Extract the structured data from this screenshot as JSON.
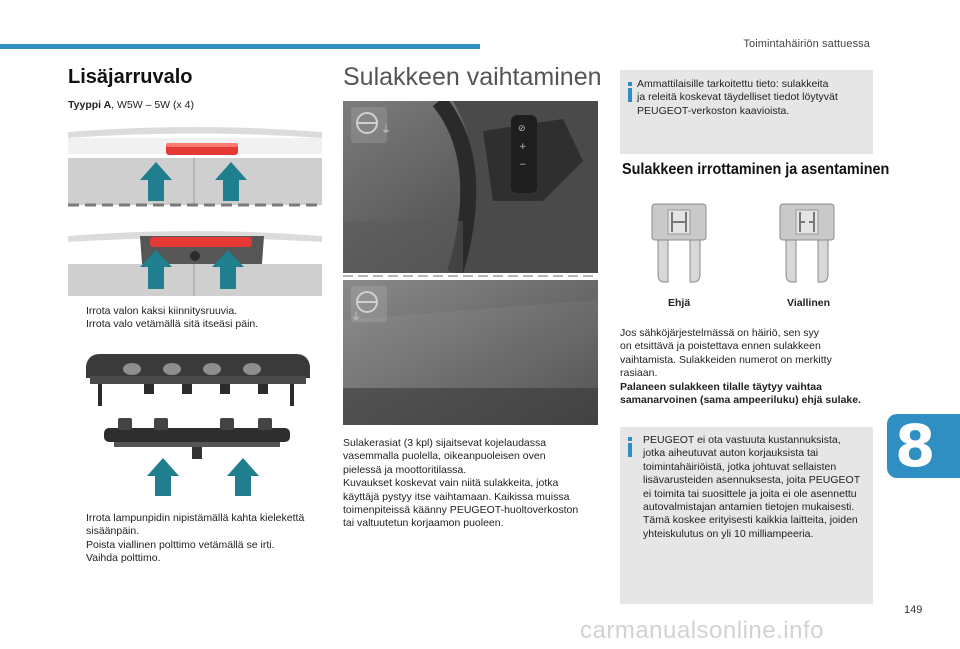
{
  "header": {
    "section_title": "Toimintahäiriön sattuessa"
  },
  "chapter": {
    "number": "8"
  },
  "page": {
    "number": "149"
  },
  "watermark": "carmanualsonline.info",
  "col1": {
    "heading": "Lisäjarruvalo",
    "type_label": "Tyyppi A",
    "type_value": ", W5W – 5W (x 4)",
    "bullets_a": [
      "Irrota valon kaksi kiinnitysruuvia.",
      "Irrota valo vetämällä sitä itseäsi päin."
    ],
    "bullets_b": [
      "Irrota lampunpidin nipistämällä kahta kielekettä sisäänpäin.",
      "Poista viallinen polttimo vetämällä se irti.",
      "Vaihda polttimo."
    ],
    "bullet_marker": ""
  },
  "col2": {
    "heading": "Sulakkeen vaihtaminen",
    "paragraph": [
      "Sulakerasiat (3 kpl) sijaitsevat kojelaudassa",
      "vasemmalla puolella, oikeanpuoleisen oven",
      "pielessä ja moottoritilassa.",
      "Kuvaukset koskevat vain niitä sulakkeita, jotka",
      "käyttäjä pystyy itse vaihtamaan. Kaikissa muissa",
      "toimenpiteissä käänny PEUGEOT-huoltoverkoston",
      "tai valtuutetun korjaamon puoleen."
    ]
  },
  "col3": {
    "notice1": [
      "Ammattilaisille tarkoitettu tieto: sulakkeita",
      "ja releitä koskevat täydelliset tiedot löytyvät",
      "PEUGEOT-verkoston kaavioista."
    ],
    "heading": "Sulakkeen irrottaminen ja asentaminen",
    "fuse_ok_label": "Ehjä",
    "fuse_bad_label": "Viallinen",
    "paragraph": [
      "Jos sähköjärjestelmässä on häiriö, sen syy",
      "on etsittävä ja poistettava ennen sulakkeen",
      "vaihtamista. Sulakkeiden numerot on merkitty",
      "rasiaan."
    ],
    "paragraph_bold": [
      "Palaneen sulakkeen tilalle täytyy vaihtaa",
      "samanarvoinen (sama ampeeriluku) ehjä sulake."
    ],
    "notice2": [
      "PEUGEOT ei ota vastuuta kustannuksista,",
      "jotka aiheutuvat auton korjauksista tai",
      "toimintahäiriöistä, jotka johtuvat sellaisten",
      "lisävarusteiden asennuksesta, joita PEUGEOT",
      "ei toimita tai suosittele ja joita ei ole asennettu",
      "autovalmistajan antamien tietojen mukaisesti.",
      "Tämä koskee erityisesti kaikkia laitteita, joiden",
      "yhteiskulutus on yli 10 milliampeeria."
    ]
  },
  "colors": {
    "accent": "#2f8fc2",
    "arrow": "#1f7f8e",
    "notice_bg": "#e6e6e6",
    "light": "#e53935"
  }
}
